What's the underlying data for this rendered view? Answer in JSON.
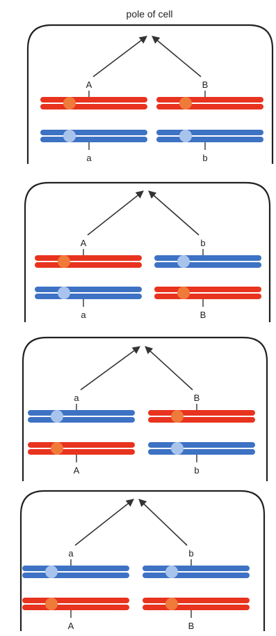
{
  "title": "pole of cell",
  "colors": {
    "red_chromosome": "#e8331f",
    "red_centromere": "#f07a3a",
    "blue_chromosome": "#3d72c4",
    "blue_centromere": "#a9c4ec",
    "outline": "#222222",
    "arrow": "#333333"
  },
  "panels": [
    {
      "left_pair": {
        "top": {
          "color": "red",
          "label": "A"
        },
        "bottom": {
          "color": "blue",
          "label": "a"
        }
      },
      "right_pair": {
        "top": {
          "color": "red",
          "label": "B"
        },
        "bottom": {
          "color": "blue",
          "label": "b"
        }
      }
    },
    {
      "left_pair": {
        "top": {
          "color": "red",
          "label": "A"
        },
        "bottom": {
          "color": "blue",
          "label": "a"
        }
      },
      "right_pair": {
        "top": {
          "color": "blue",
          "label": "b"
        },
        "bottom": {
          "color": "red",
          "label": "B"
        }
      }
    },
    {
      "left_pair": {
        "top": {
          "color": "blue",
          "label": "a"
        },
        "bottom": {
          "color": "red",
          "label": "A"
        }
      },
      "right_pair": {
        "top": {
          "color": "red",
          "label": "B"
        },
        "bottom": {
          "color": "blue",
          "label": "b"
        }
      }
    },
    {
      "left_pair": {
        "top": {
          "color": "blue",
          "label": "a"
        },
        "bottom": {
          "color": "red",
          "label": "A"
        }
      },
      "right_pair": {
        "top": {
          "color": "blue",
          "label": "b"
        },
        "bottom": {
          "color": "red",
          "label": "B"
        }
      }
    }
  ]
}
